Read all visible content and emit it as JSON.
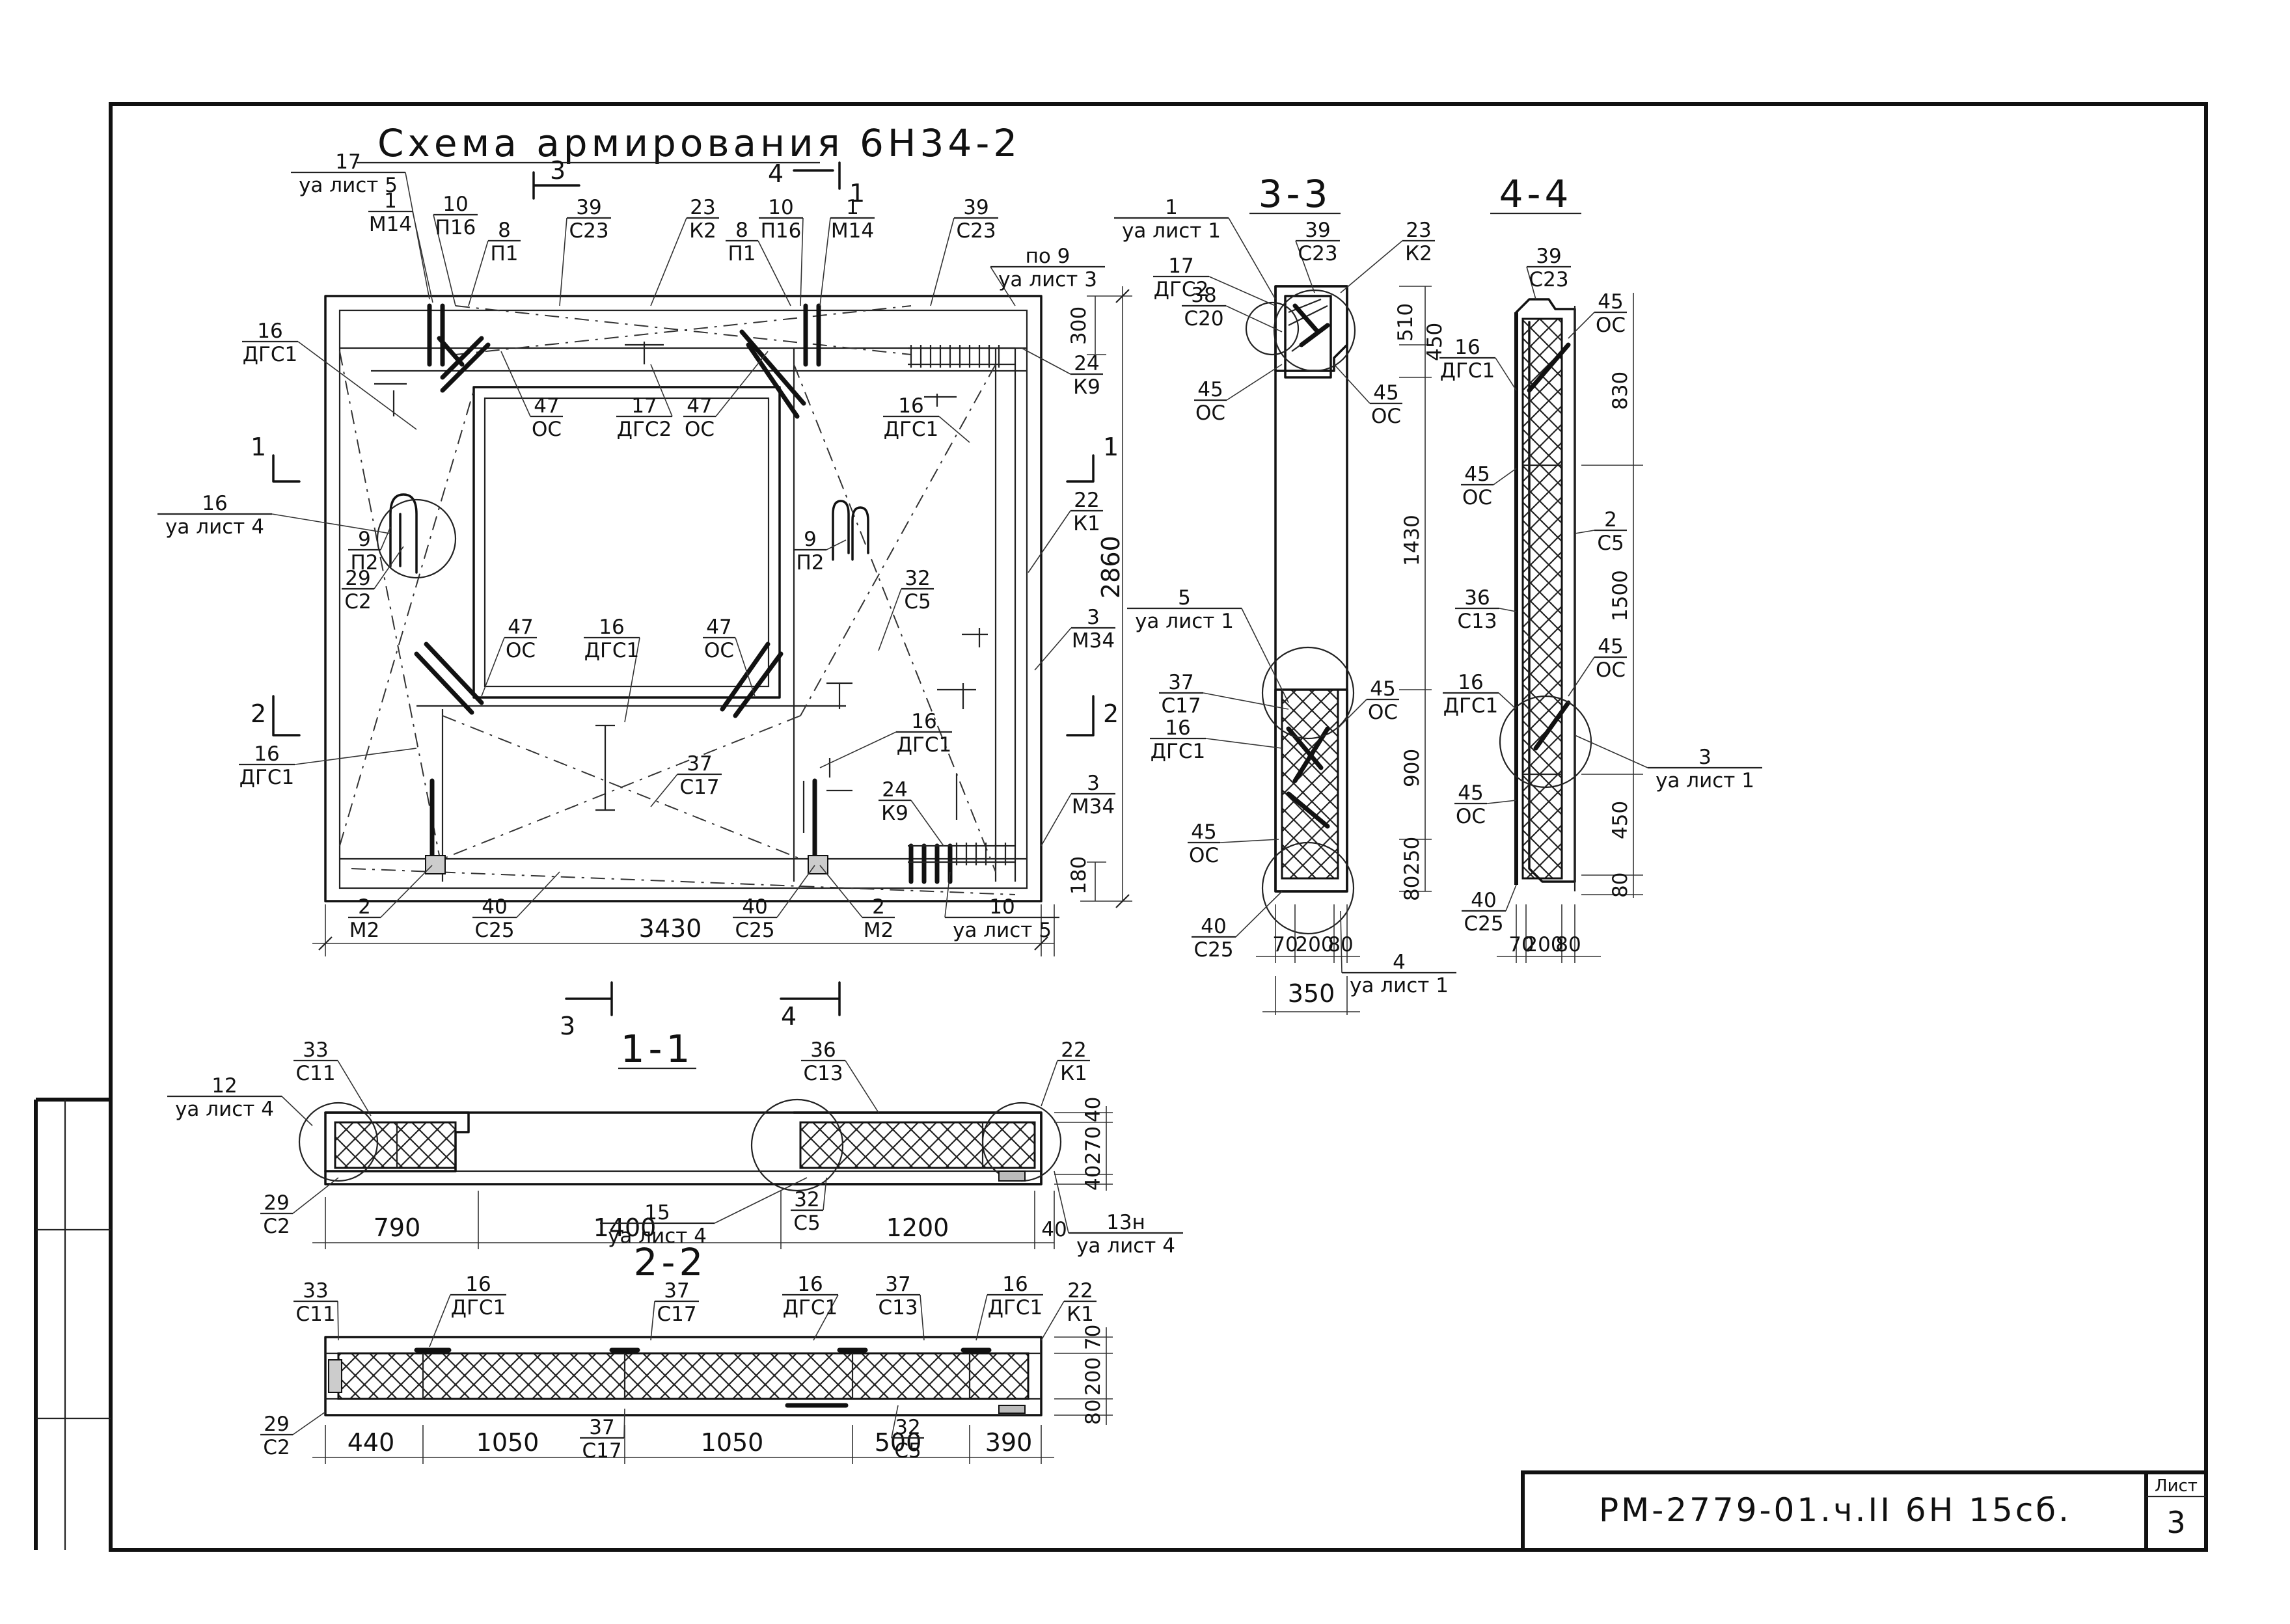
{
  "title": "Схема армирования 6Н34-2",
  "title_block": {
    "code": "РМ-2779-01.ч.II 6Н 15сб.",
    "sheet_label": "Лист",
    "sheet_no": "3"
  },
  "sections": {
    "s33": "3-3",
    "s44": "4-4",
    "s11": "1-1",
    "s22": "2-2"
  },
  "cuts": {
    "c1": "1",
    "c2": "2",
    "c3": "3",
    "c4": "4"
  },
  "main_view": {
    "leaders": [
      {
        "top": "17",
        "bot": "уа лист 5"
      },
      {
        "top": "1",
        "bot": "М14"
      },
      {
        "top": "10",
        "bot": "П16"
      },
      {
        "top": "8",
        "bot": "П1"
      },
      {
        "top": "39",
        "bot": "С23"
      },
      {
        "top": "23",
        "bot": "К2"
      },
      {
        "top": "10",
        "bot": "П16"
      },
      {
        "top": "8",
        "bot": "П1"
      },
      {
        "top": "1",
        "bot": "М14"
      },
      {
        "top": "39",
        "bot": "С23"
      },
      {
        "top": "по 9",
        "bot": "уа лист 3"
      },
      {
        "top": "16",
        "bot": "ДГС1"
      },
      {
        "top": "24",
        "bot": "К9"
      },
      {
        "top": "47",
        "bot": "ОС"
      },
      {
        "top": "17",
        "bot": "ДГС2"
      },
      {
        "top": "47",
        "bot": "ОС"
      },
      {
        "top": "16",
        "bot": "ДГС1"
      },
      {
        "top": "16",
        "bot": "уа лист 4"
      },
      {
        "top": "9",
        "bot": "П2"
      },
      {
        "top": "29",
        "bot": "С2"
      },
      {
        "top": "9",
        "bot": "П2"
      },
      {
        "top": "22",
        "bot": "К1"
      },
      {
        "top": "32",
        "bot": "С5"
      },
      {
        "top": "47",
        "bot": "ОС"
      },
      {
        "top": "16",
        "bot": "ДГС1"
      },
      {
        "top": "47",
        "bot": "ОС"
      },
      {
        "top": "3",
        "bot": "М34"
      },
      {
        "top": "16",
        "bot": "ДГС1"
      },
      {
        "top": "16",
        "bot": "ДГС1"
      },
      {
        "top": "37",
        "bot": "С17"
      },
      {
        "top": "24",
        "bot": "К9"
      },
      {
        "top": "3",
        "bot": "М34"
      },
      {
        "top": "2",
        "bot": "М2"
      },
      {
        "top": "40",
        "bot": "С25"
      },
      {
        "top": "40",
        "bot": "С25"
      },
      {
        "top": "2",
        "bot": "М2"
      },
      {
        "top": "10",
        "bot": "уа лист 5"
      }
    ],
    "dims": {
      "width": "3430",
      "height": "2860",
      "top": "300",
      "bottom": "180"
    }
  },
  "section_33": {
    "leaders": [
      {
        "top": "1",
        "bot": "уа лист 1"
      },
      {
        "top": "39",
        "bot": "С23"
      },
      {
        "top": "23",
        "bot": "К2"
      },
      {
        "top": "17",
        "bot": "ДГС2"
      },
      {
        "top": "38",
        "bot": "С20"
      },
      {
        "top": "45",
        "bot": "ОС"
      },
      {
        "top": "45",
        "bot": "ОС"
      },
      {
        "top": "5",
        "bot": "уа лист 1"
      },
      {
        "top": "37",
        "bot": "С17"
      },
      {
        "top": "45",
        "bot": "ОС"
      },
      {
        "top": "16",
        "bot": "ДГС1"
      },
      {
        "top": "45",
        "bot": "ОС"
      },
      {
        "top": "40",
        "bot": "С25"
      },
      {
        "top": "4",
        "bot": "уа лист 1"
      }
    ],
    "dims": {
      "d510": "510",
      "d450": "450",
      "d1430": "1430",
      "d900": "900",
      "d250": "250",
      "d80": "80",
      "b70": "70",
      "b200": "200",
      "b80": "80",
      "b350": "350"
    }
  },
  "section_44": {
    "leaders": [
      {
        "top": "39",
        "bot": "С23"
      },
      {
        "top": "45",
        "bot": "ОС"
      },
      {
        "top": "16",
        "bot": "ДГС1"
      },
      {
        "top": "45",
        "bot": "ОС"
      },
      {
        "top": "2",
        "bot": "С5"
      },
      {
        "top": "36",
        "bot": "С13"
      },
      {
        "top": "45",
        "bot": "ОС"
      },
      {
        "top": "16",
        "bot": "ДГС1"
      },
      {
        "top": "3",
        "bot": "уа лист 1"
      },
      {
        "top": "45",
        "bot": "ОС"
      },
      {
        "top": "40",
        "bot": "С25"
      }
    ],
    "dims": {
      "d830": "830",
      "d1500": "1500",
      "d450": "450",
      "d80": "80",
      "b70": "70",
      "b200": "200",
      "b80": "80"
    }
  },
  "section_11": {
    "leaders": [
      {
        "top": "33",
        "bot": "С11"
      },
      {
        "top": "12",
        "bot": "уа лист 4"
      },
      {
        "top": "36",
        "bot": "С13"
      },
      {
        "top": "22",
        "bot": "К1"
      },
      {
        "top": "29",
        "bot": "С2"
      },
      {
        "top": "15",
        "bot": "уа лист 4"
      },
      {
        "top": "32",
        "bot": "С5"
      },
      {
        "top": "13н",
        "bot": "уа лист 4"
      }
    ],
    "dims": {
      "d790": "790",
      "d1400": "1400",
      "d1200": "1200",
      "d40": "40",
      "v40": "40",
      "v270": "270",
      "v40b": "40"
    }
  },
  "section_22": {
    "leaders": [
      {
        "top": "33",
        "bot": "С11"
      },
      {
        "top": "16",
        "bot": "ДГС1"
      },
      {
        "top": "37",
        "bot": "С17"
      },
      {
        "top": "16",
        "bot": "ДГС1"
      },
      {
        "top": "37",
        "bot": "С13"
      },
      {
        "top": "16",
        "bot": "ДГС1"
      },
      {
        "top": "22",
        "bot": "К1"
      },
      {
        "top": "29",
        "bot": "С2"
      },
      {
        "top": "37",
        "bot": "С17"
      },
      {
        "top": "32",
        "bot": "С5"
      }
    ],
    "dims": {
      "d440": "440",
      "d1050a": "1050",
      "d1050b": "1050",
      "d500": "500",
      "d390": "390",
      "v70": "70",
      "v200": "200",
      "v80": "80"
    }
  }
}
